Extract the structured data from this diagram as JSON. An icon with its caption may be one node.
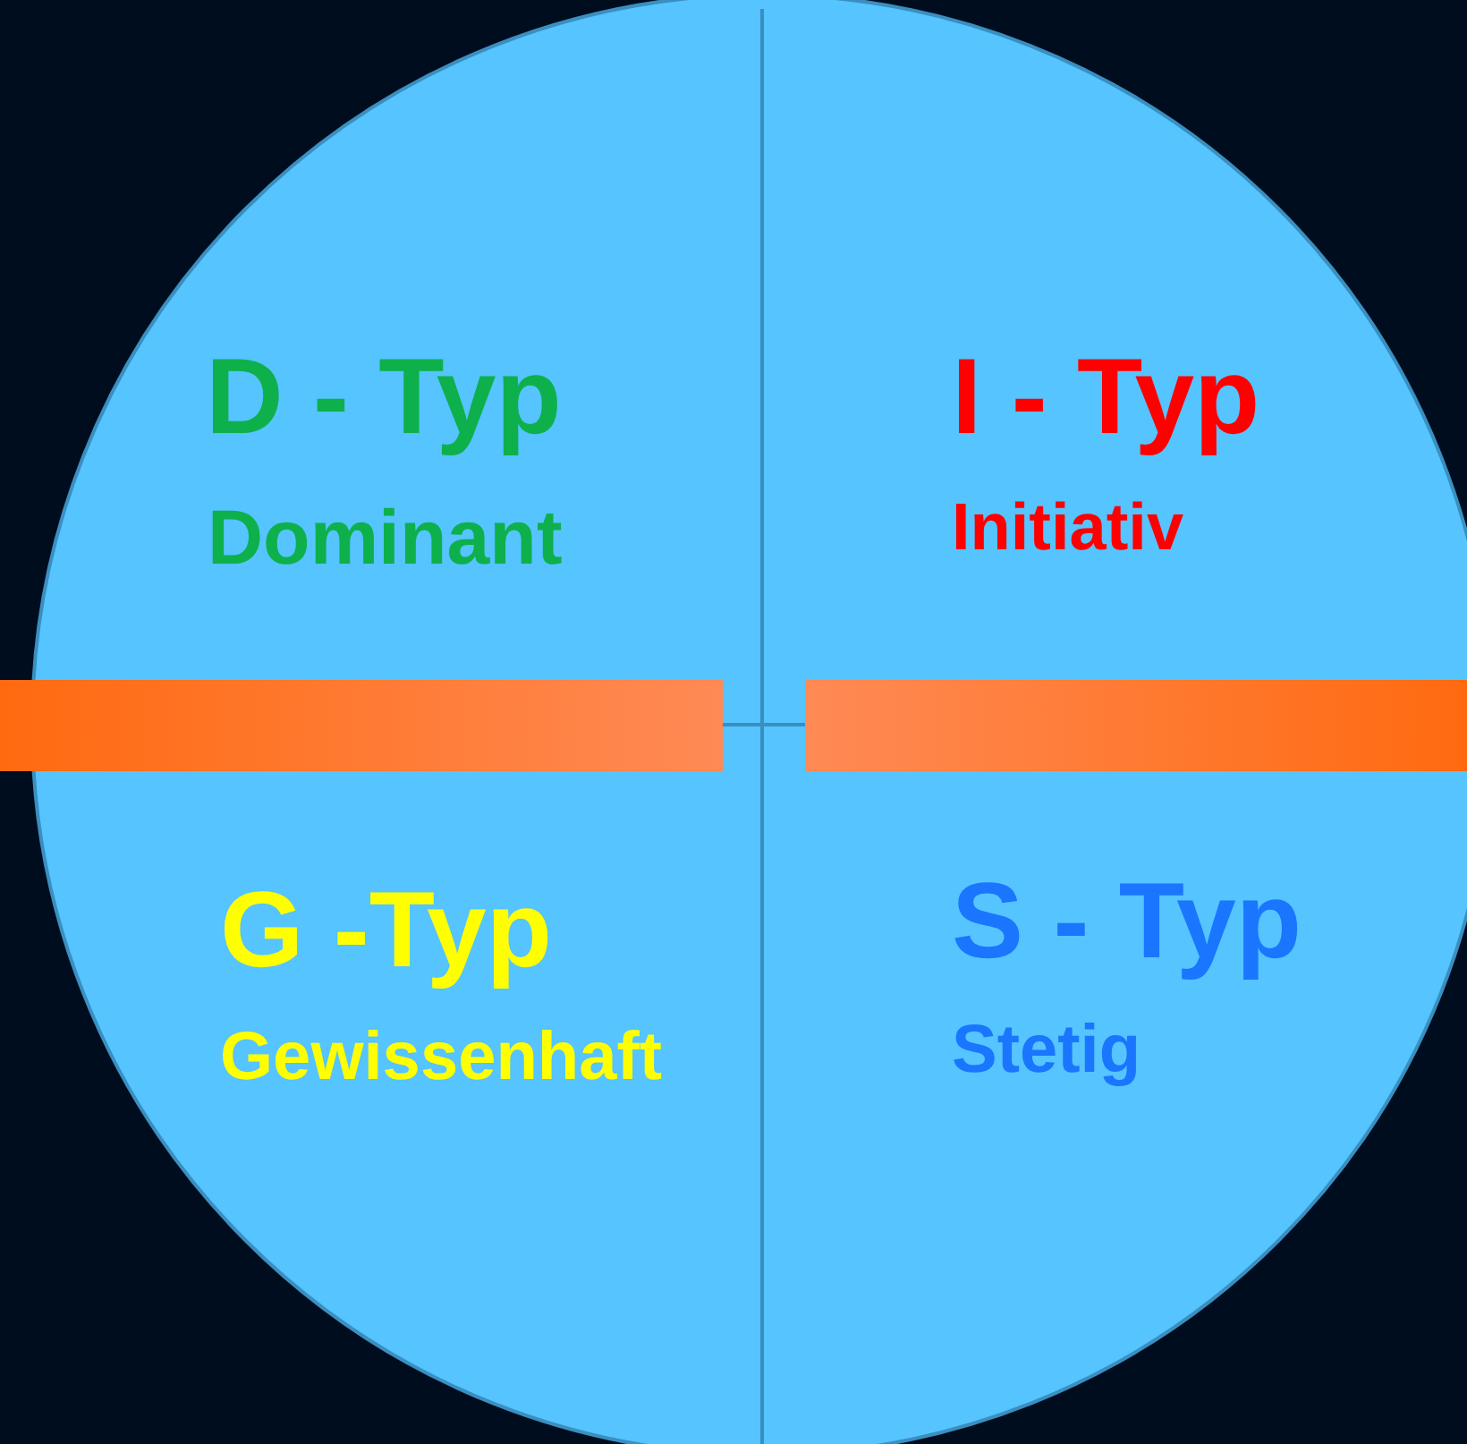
{
  "diagram": {
    "nodes": [
      {
        "text": [],
        "shape": "bar"
      },
      {
        "text": [],
        "shape": "bar"
      }
    ],
    "labels": [
      "D - Typ",
      "Dominant",
      "I - Typ",
      "Initiativ",
      "G -Typ",
      "Gewissenhaft",
      "S - Typ",
      "Stetig"
    ]
  }
}
